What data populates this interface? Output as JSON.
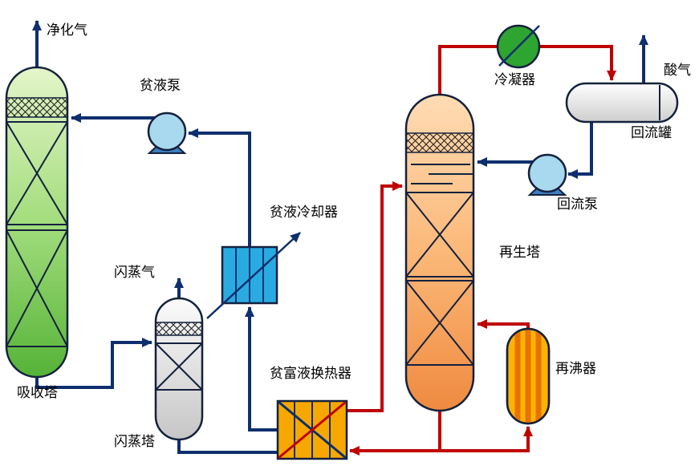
{
  "labels": {
    "purified_gas": "净化气",
    "lean_pump": "贫液泵",
    "lean_cooler": "贫液冷却器",
    "flash_gas": "闪蒸气",
    "absorber": "吸收塔",
    "flash_tower": "闪蒸塔",
    "lean_rich_exchanger": "贫富液换热器",
    "regenerator": "再生塔",
    "condenser": "冷凝器",
    "acid_gas": "酸气",
    "reflux_drum": "回流罐",
    "reflux_pump": "回流泵",
    "reboiler": "再沸器"
  },
  "colors": {
    "cold_line": "#0e2f6e",
    "hot_line": "#c00000",
    "outline": "#14213d",
    "cooler_fill": "#29abe2",
    "exchanger_fill": "#f7a800",
    "reboiler_fill": "#ffb300",
    "reboiler_stripe": "#e87200",
    "condenser_fill": "#2ea431",
    "pump_fill": "#a8d9ef",
    "pump_base": "#3d7ec0"
  }
}
